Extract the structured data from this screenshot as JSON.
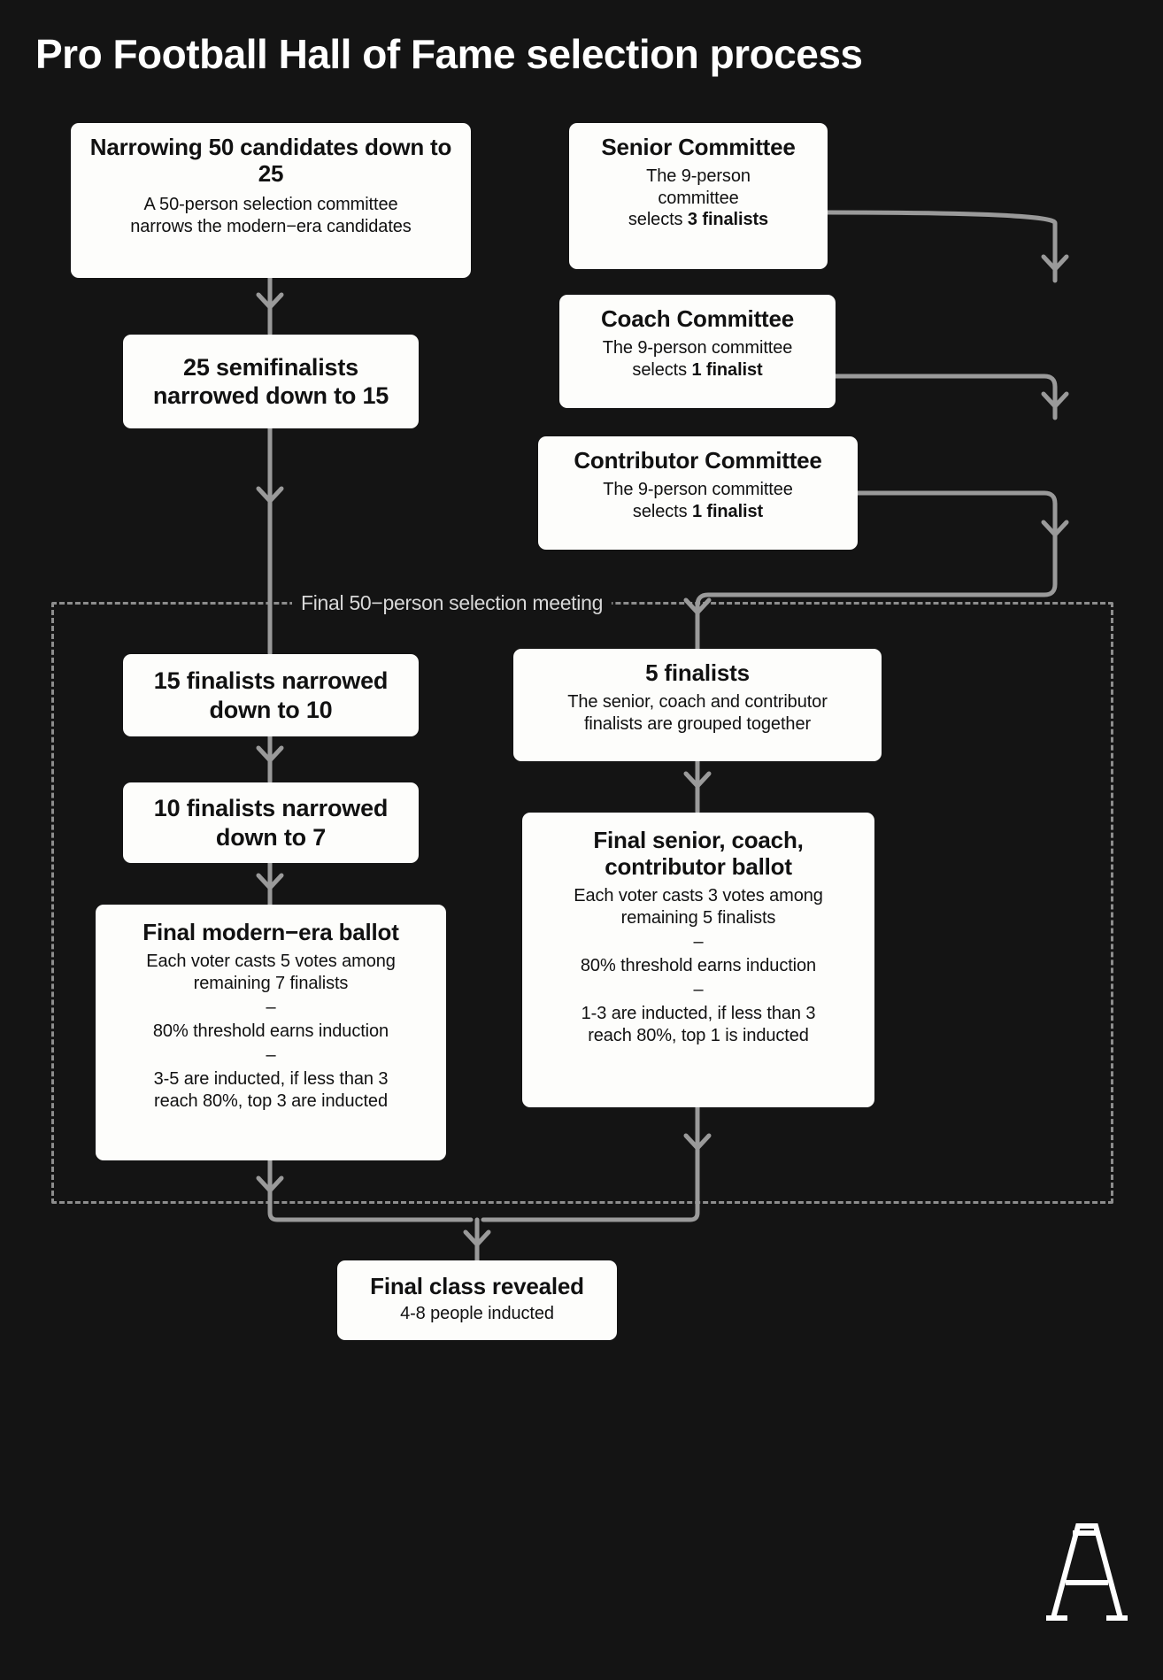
{
  "page": {
    "title": "Pro Football Hall of Fame selection process",
    "background_color": "#141414",
    "box_color": "#fdfdfb",
    "connector_color": "#9a9a9a",
    "dashed_color": "#8d8d8d",
    "label_color": "#d8d8d8"
  },
  "group": {
    "label": "Final 50−person selection meeting"
  },
  "logo": {
    "name": "the-athletic-logo",
    "letter": "A"
  },
  "nodes": {
    "narrowing_50": {
      "heading": "Narrowing 50 candidates down to 25",
      "body_line1": "A 50-person selection committee",
      "body_line2": "narrows the modern−era candidates"
    },
    "semifinalists_25": {
      "heading": "25 semifinalists narrowed down to 15"
    },
    "senior_committee": {
      "heading": "Senior Committee",
      "body_line1": "The 9-person",
      "body_line2": "committee",
      "body_line3_prefix": "selects ",
      "body_line3_bold": "3 finalists"
    },
    "coach_committee": {
      "heading": "Coach Committee",
      "body_line1": "The 9-person committee",
      "body_line2_prefix": "selects ",
      "body_line2_bold": "1 finalist"
    },
    "contributor_committee": {
      "heading": "Contributor Committee",
      "body_line1": "The 9-person committee",
      "body_line2_prefix": "selects ",
      "body_line2_bold": "1 finalist"
    },
    "finalists_15": {
      "heading": "15 finalists narrowed down to 10"
    },
    "finalists_10": {
      "heading": "10 finalists narrowed down to 7"
    },
    "finalists_5": {
      "heading": "5 finalists",
      "body_line1": "The senior, coach and contributor",
      "body_line2": "finalists are grouped together"
    },
    "modern_era_ballot": {
      "heading": "Final modern−era ballot",
      "body_line1": "Each voter casts 5 votes among",
      "body_line2": "remaining 7 finalists",
      "separator1": "–",
      "body_line3": "80% threshold earns induction",
      "separator2": "–",
      "body_line4": "3-5 are inducted, if less than 3",
      "body_line5": "reach 80%, top 3 are inducted"
    },
    "senior_coach_contributor_ballot": {
      "heading": "Final senior, coach, contributor ballot",
      "body_line1": "Each voter casts 3 votes among",
      "body_line2": "remaining 5 finalists",
      "separator1": "–",
      "body_line3": "80% threshold earns induction",
      "separator2": "–",
      "body_line4": "1-3 are inducted, if less than 3",
      "body_line5": "reach 80%, top 1 is inducted"
    },
    "final_class": {
      "heading": "Final class revealed",
      "body_line1": "4-8 people inducted"
    }
  }
}
